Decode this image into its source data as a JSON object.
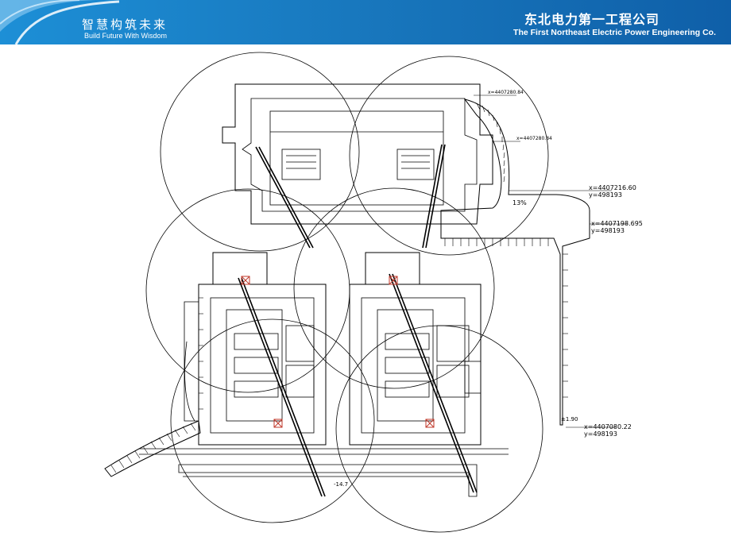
{
  "header": {
    "slogan_cn": "智慧构筑未来",
    "slogan_en": "Build Future With Wisdom",
    "company_cn": "东北电力第一工程公司",
    "company_en": "The First Northeast Electric Power Engineering Co.",
    "banner_color": "#1f7fc4"
  },
  "drawing": {
    "coord_1": {
      "x": "x=4407216.60",
      "y": "y=498193"
    },
    "coord_2": {
      "x": "x=4407198.695",
      "y": "y=498193"
    },
    "coord_3": {
      "x": "x=4407080.22",
      "y": "y=498193"
    },
    "coord_top_1": "x=4407280.84",
    "coord_top_2": "x=4407280.84",
    "slope_label": "13%",
    "elevation_1": "±1.90",
    "elevation_2": "-14.7"
  }
}
